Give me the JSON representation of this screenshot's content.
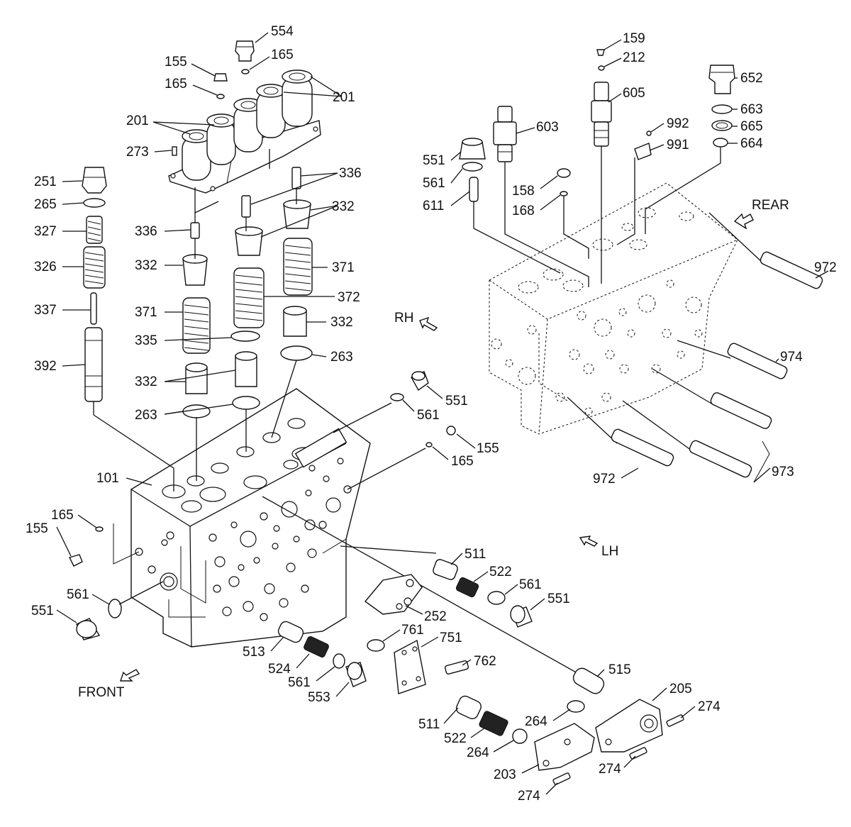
{
  "labels": {
    "p554": "554",
    "p165a": "165",
    "p155a": "155",
    "p165b": "165",
    "p201a": "201",
    "p201b": "201",
    "p273": "273",
    "p251": "251",
    "p265": "265",
    "p327": "327",
    "p326": "326",
    "p337": "337",
    "p392": "392",
    "p336a": "336",
    "p336b": "336",
    "p332a": "332",
    "p332b": "332",
    "p371a": "371",
    "p372": "372",
    "p371b": "371",
    "p335": "335",
    "p332c": "332",
    "p263a": "263",
    "p332d": "332",
    "p263b": "263",
    "p561a": "561",
    "p551a": "551",
    "p155b": "155",
    "p165c": "165",
    "p101": "101",
    "p165d": "165",
    "p155c": "155",
    "p561b": "561",
    "p551b": "551",
    "p511a": "511",
    "p522a": "522",
    "p561c": "561",
    "p551c": "551",
    "p252": "252",
    "p761": "761",
    "p751": "751",
    "p762": "762",
    "p513": "513",
    "p524": "524",
    "p561d": "561",
    "p553": "553",
    "p515": "515",
    "p205": "205",
    "p274a": "274",
    "p264a": "264",
    "p511b": "511",
    "p522b": "522",
    "p264b": "264",
    "p274b": "274",
    "p203": "203",
    "p274c": "274",
    "p159": "159",
    "p212": "212",
    "p605": "605",
    "p992": "992",
    "p991": "991",
    "p603": "603",
    "p551d": "551",
    "p561e": "561",
    "p611": "611",
    "p158": "158",
    "p168": "168",
    "p652": "652",
    "p663": "663",
    "p665": "665",
    "p664": "664",
    "p972a": "972",
    "p974": "974",
    "p973": "973",
    "p972b": "972"
  },
  "directions": {
    "rear": "REAR",
    "rh": "RH",
    "lh": "LH",
    "front": "FRONT"
  }
}
